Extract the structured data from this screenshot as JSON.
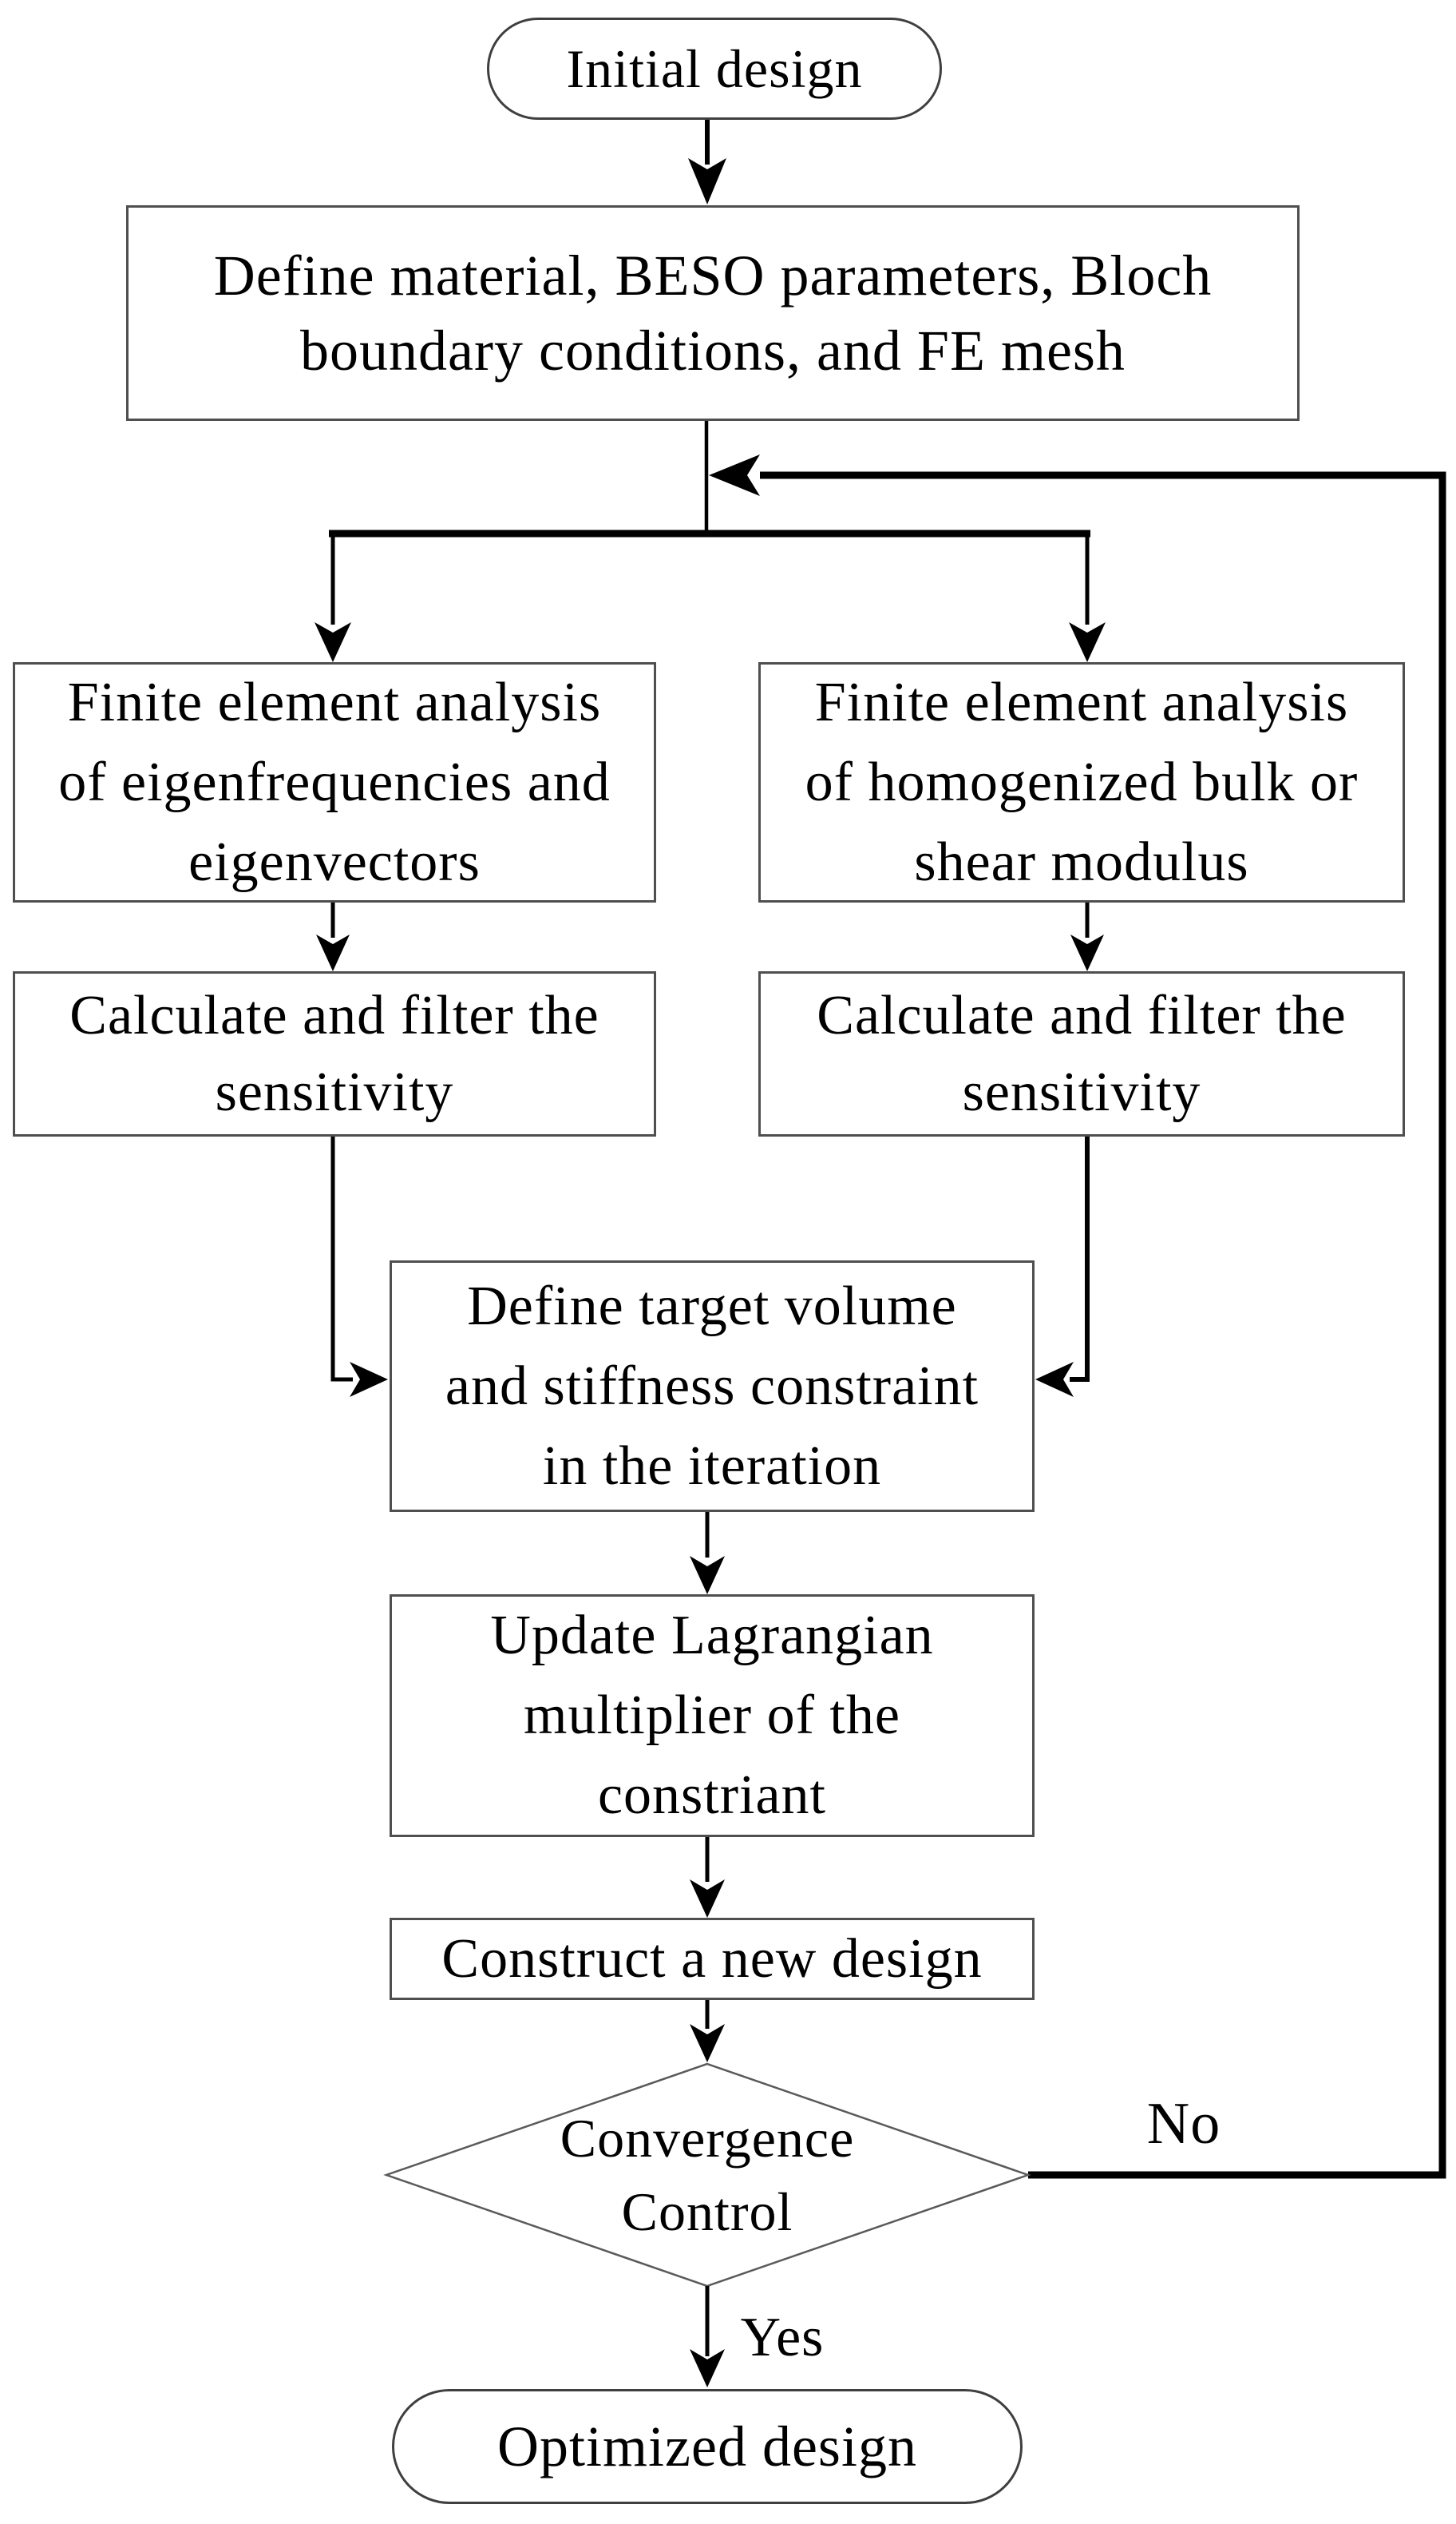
{
  "nodes": {
    "initial_design": {
      "label": "Initial design"
    },
    "define_setup": {
      "lines": [
        "Define material, BESO parameters, Bloch",
        "boundary conditions, and FE mesh"
      ]
    },
    "fea_eigen": {
      "lines": [
        "Finite element analysis",
        "of eigenfrequencies and",
        "eigenvectors"
      ]
    },
    "fea_homog": {
      "lines": [
        "Finite element analysis",
        "of homogenized bulk or",
        "shear modulus"
      ]
    },
    "calc_sensitivity_left": {
      "lines": [
        "Calculate and filter the",
        "sensitivity"
      ]
    },
    "calc_sensitivity_right": {
      "lines": [
        "Calculate and filter the",
        "sensitivity"
      ]
    },
    "define_target": {
      "lines": [
        "Define target volume",
        "and stiffness constraint",
        "in the iteration"
      ]
    },
    "update_lagrangian": {
      "lines": [
        "Update Lagrangian",
        "multiplier of the",
        "constriant"
      ]
    },
    "construct_new_design": {
      "label": "Construct a new design"
    },
    "convergence_control": {
      "lines": [
        "Convergence",
        "Control"
      ]
    },
    "optimized_design": {
      "label": "Optimized design"
    }
  },
  "edge_labels": {
    "no": "No",
    "yes": "Yes"
  },
  "colors": {
    "background": "#ffffff",
    "connector": "#000000",
    "node_border": "#4f4f4f",
    "diamond_border": "#5a5a5a",
    "text": "#000000"
  }
}
